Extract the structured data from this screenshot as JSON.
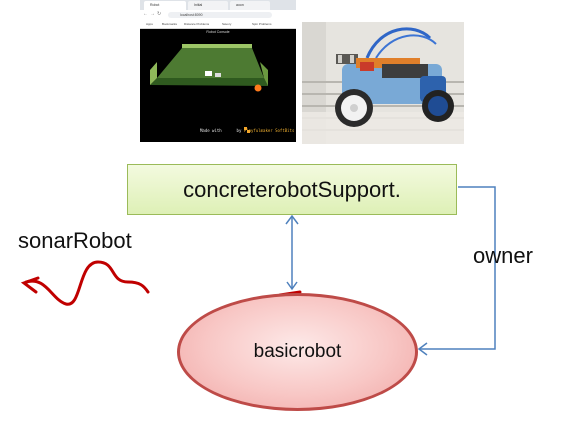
{
  "browser_screenshot": {
    "tabs": [
      "Robot",
      "Initial",
      "aoon"
    ],
    "url": "localhost:8090",
    "bookmarks": [
      "Apps",
      "Bookmarks",
      "Distance Problems",
      "Savory",
      "Spin Problems"
    ],
    "page_title": "Robot Console",
    "footer": {
      "made_with": "Made with",
      "by": "by",
      "author": "Playfulmaker SoftBits"
    }
  },
  "diagram": {
    "support_box_label": "concreterobotSupport.",
    "sonar_label": "sonarRobot",
    "owner_label": "owner",
    "basic_node_label": "basicrobot"
  },
  "colors": {
    "support_fill": "#e7f4c9",
    "support_border": "#9bbb59",
    "node_fill": "#f8c7c5",
    "node_border": "#be4b48",
    "connector": "#4f81bd",
    "scribble": "#c00000"
  }
}
